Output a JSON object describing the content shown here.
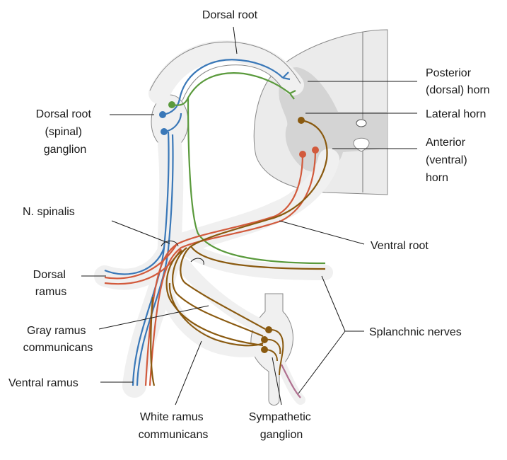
{
  "labels": {
    "dorsal_root": "Dorsal root",
    "dorsal_root_ganglion": [
      "Dorsal root",
      "(spinal)",
      "ganglion"
    ],
    "posterior_horn": [
      "Posterior",
      "(dorsal) horn"
    ],
    "lateral_horn": "Lateral horn",
    "anterior_horn": [
      "Anterior",
      "(ventral)",
      "horn"
    ],
    "n_spinalis": "N. spinalis",
    "ventral_root": "Ventral root",
    "dorsal_ramus": [
      "Dorsal",
      "ramus"
    ],
    "gray_ramus": [
      "Gray ramus",
      "communicans"
    ],
    "splanchnic": "Splanchnic nerves",
    "ventral_ramus": "Ventral ramus",
    "white_ramus": [
      "White ramus",
      "communicans"
    ],
    "sympathetic_ganglion": [
      "Sympathetic",
      "ganglion"
    ]
  },
  "colors": {
    "somatic_afferent": "#3a78b8",
    "visceral_afferent": "#5a9a3c",
    "somatic_efferent": "#d25a3c",
    "visceral_efferent": "#8a5a10",
    "postganglionic": "#b07090",
    "gray_matter": "#d4d4d4",
    "cord_fill": "#ebebeb",
    "nerve_sheath": "#f0f0f0"
  }
}
